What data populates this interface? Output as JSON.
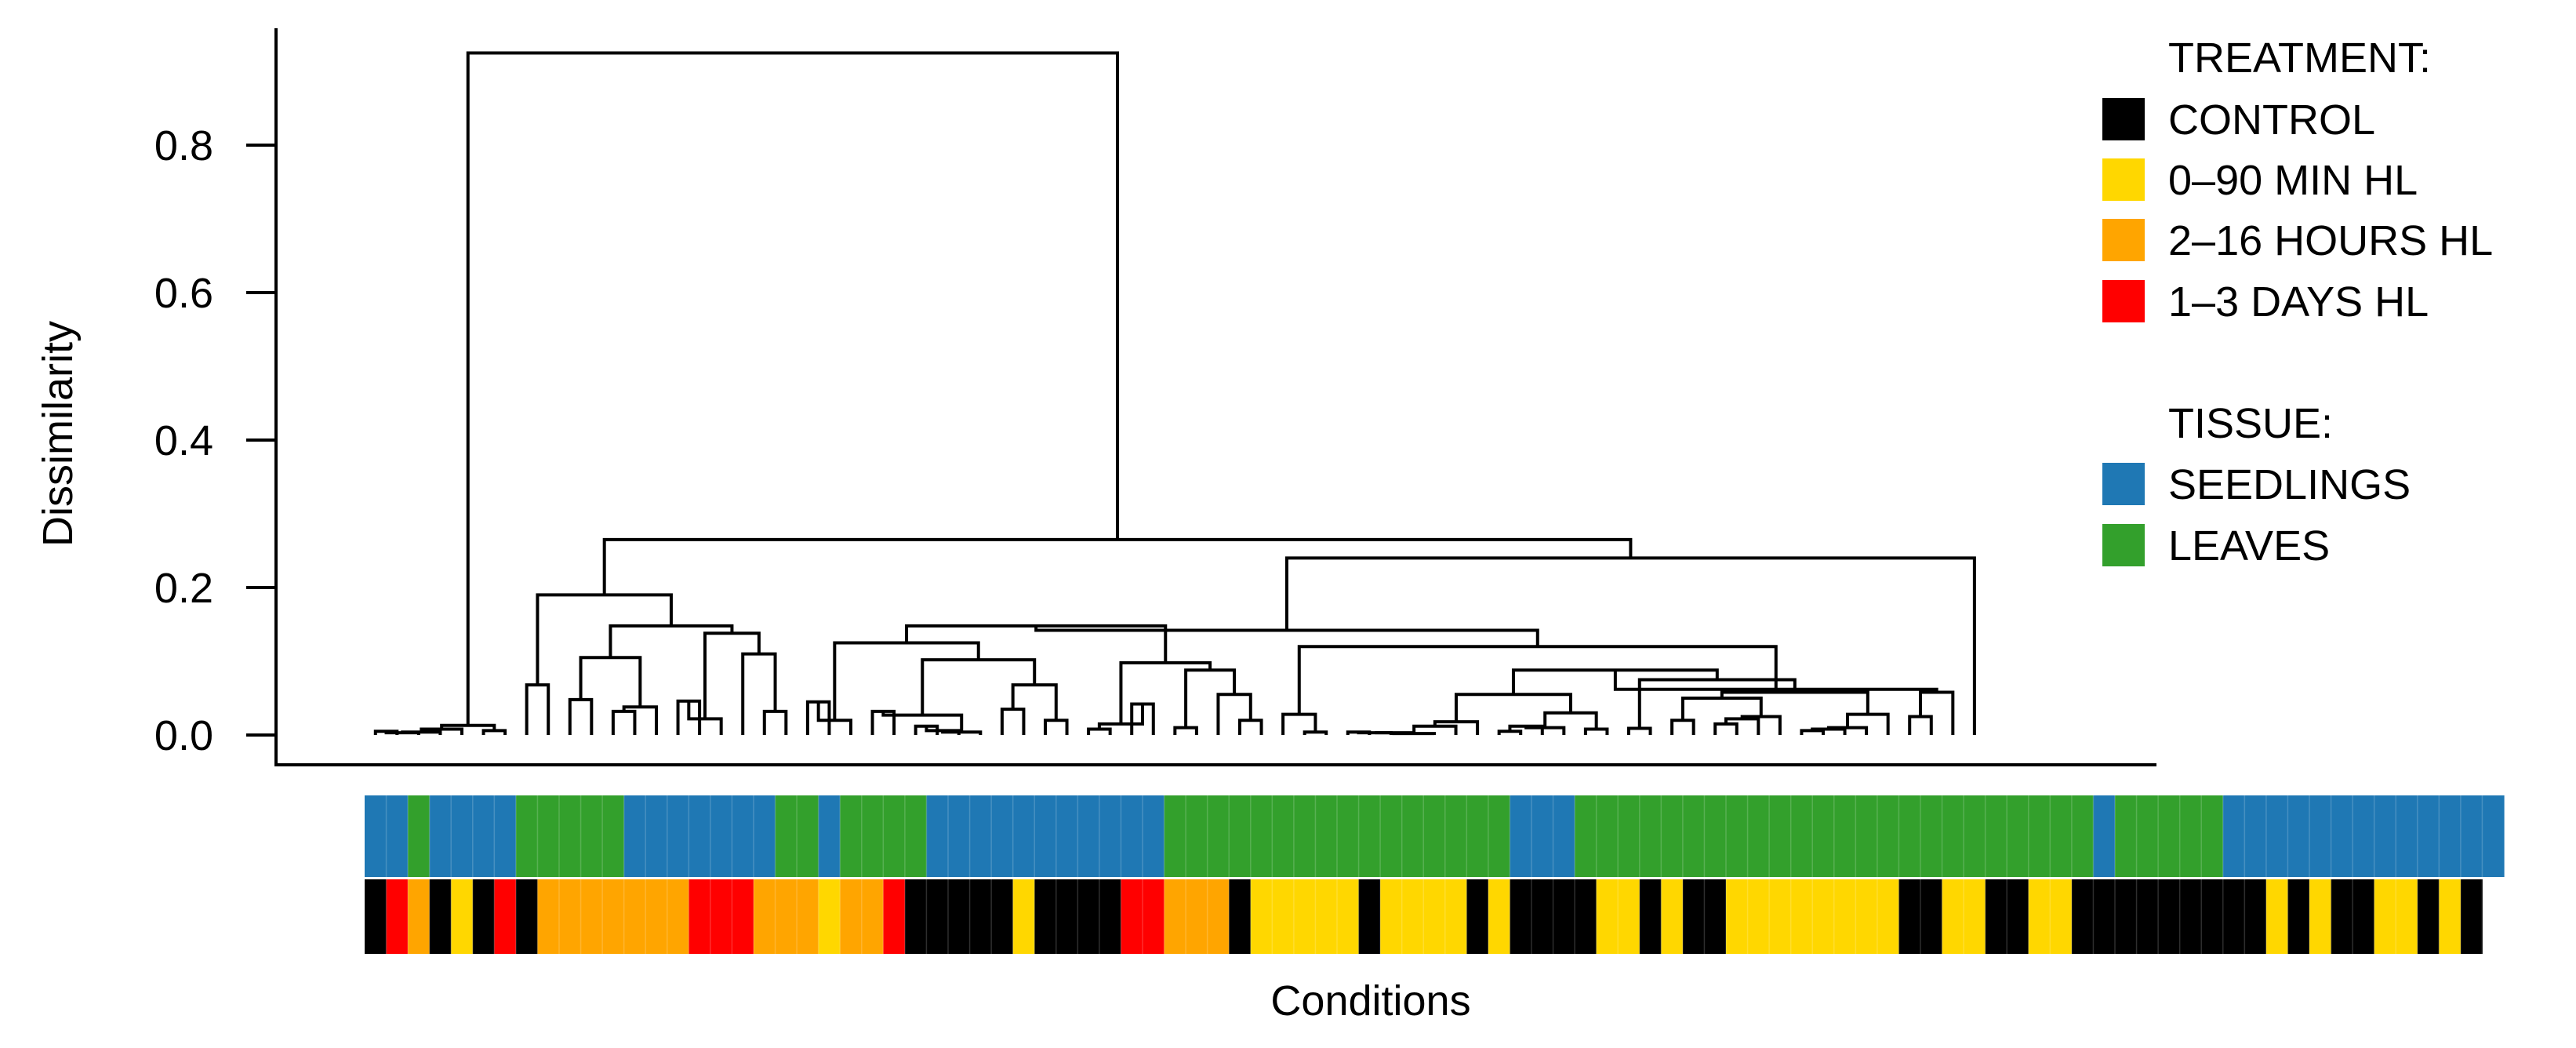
{
  "chart_data": {
    "type": "dendrogram",
    "ylabel": "Dissimilarity",
    "xlabel": "Conditions",
    "ylim": [
      0,
      0.95
    ],
    "yticks": [
      "0.0",
      "0.2",
      "0.4",
      "0.6",
      "0.8"
    ],
    "ytick_values": [
      0,
      0.2,
      0.4,
      0.6,
      0.8
    ],
    "n_leaves": 99,
    "root_split_height": 0.925,
    "major_merge_heights": [
      0.925,
      0.265,
      0.24,
      0.19,
      0.148,
      0.142,
      0.12,
      0.088
    ],
    "legend": {
      "treatment_title": "TREATMENT:",
      "treatment": [
        {
          "label": "CONTROL",
          "key": "C",
          "color": "#000000"
        },
        {
          "label": "0–90 MIN HL",
          "key": "Y",
          "color": "#FFD700"
        },
        {
          "label": "2–16 HOURS HL",
          "key": "O",
          "color": "#FFA500"
        },
        {
          "label": "1–3 DAYS HL",
          "key": "R",
          "color": "#FF0000"
        }
      ],
      "tissue_title": "TISSUE:",
      "tissue": [
        {
          "label": "SEEDLINGS",
          "key": "B",
          "color": "#1F78B4"
        },
        {
          "label": "LEAVES",
          "key": "G",
          "color": "#33A02C"
        }
      ]
    },
    "tissue_runs": [
      [
        "B",
        2
      ],
      [
        "G",
        1
      ],
      [
        "B",
        4
      ],
      [
        "G",
        5
      ],
      [
        "B",
        7
      ],
      [
        "G",
        2
      ],
      [
        "B",
        1
      ],
      [
        "G",
        4
      ],
      [
        "B",
        11
      ],
      [
        "G",
        16
      ],
      [
        "B",
        3
      ],
      [
        "G",
        24
      ],
      [
        "B",
        1
      ],
      [
        "G",
        5
      ],
      [
        "B",
        13
      ]
    ],
    "treatment_runs": [
      [
        "C",
        1
      ],
      [
        "R",
        1
      ],
      [
        "O",
        1
      ],
      [
        "C",
        1
      ],
      [
        "Y",
        1
      ],
      [
        "C",
        1
      ],
      [
        "R",
        1
      ],
      [
        "C",
        1
      ],
      [
        "O",
        7
      ],
      [
        "R",
        3
      ],
      [
        "O",
        3
      ],
      [
        "Y",
        1
      ],
      [
        "O",
        2
      ],
      [
        "R",
        1
      ],
      [
        "C",
        5
      ],
      [
        "Y",
        1
      ],
      [
        "C",
        4
      ],
      [
        "R",
        2
      ],
      [
        "O",
        3
      ],
      [
        "C",
        1
      ],
      [
        "Y",
        5
      ],
      [
        "C",
        1
      ],
      [
        "Y",
        4
      ],
      [
        "C",
        1
      ],
      [
        "Y",
        1
      ],
      [
        "C",
        4
      ],
      [
        "Y",
        2
      ],
      [
        "C",
        1
      ],
      [
        "Y",
        1
      ],
      [
        "C",
        2
      ],
      [
        "Y",
        8
      ],
      [
        "C",
        2
      ],
      [
        "Y",
        2
      ],
      [
        "C",
        2
      ],
      [
        "Y",
        2
      ],
      [
        "C",
        9
      ],
      [
        "Y",
        1
      ],
      [
        "C",
        1
      ],
      [
        "Y",
        1
      ],
      [
        "C",
        2
      ],
      [
        "Y",
        2
      ],
      [
        "C",
        1
      ],
      [
        "Y",
        1
      ],
      [
        "C",
        1
      ]
    ]
  }
}
